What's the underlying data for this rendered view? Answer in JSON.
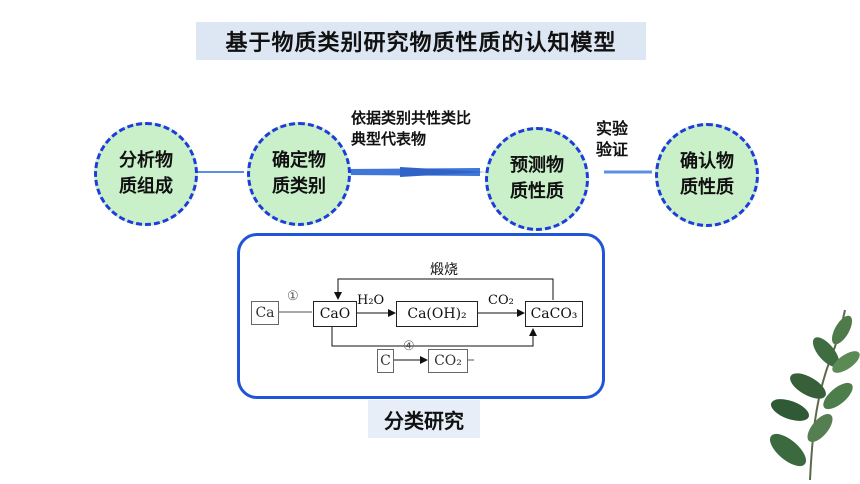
{
  "title": "基于物质类别研究物质性质的认知模型",
  "steps": [
    {
      "label": "分析物质组成"
    },
    {
      "label": "确定物质类别"
    },
    {
      "label": "预测物质性质"
    },
    {
      "label": "确认物质性质"
    }
  ],
  "arrow_labels": {
    "analogy": "依据类别共性类比典型代表物",
    "verify": "实验验证"
  },
  "reaction": {
    "ca": "Ca",
    "cao": "CaO",
    "caoh2": "Ca(OH)₂",
    "caco3": "CaCO₃",
    "c": "C",
    "co2_box": "CO₂",
    "h2o": "H₂O",
    "co2": "CO₂",
    "calcine": "煅烧",
    "step1": "①",
    "step4": "④"
  },
  "panel_caption": "分类研究",
  "colors": {
    "circle_fill": "#c9f0c9",
    "circle_border": "#1f3bdc",
    "arrow": "#4a7fd6",
    "panel_border": "#1f55d6",
    "title_bg": "#dde6f3"
  }
}
